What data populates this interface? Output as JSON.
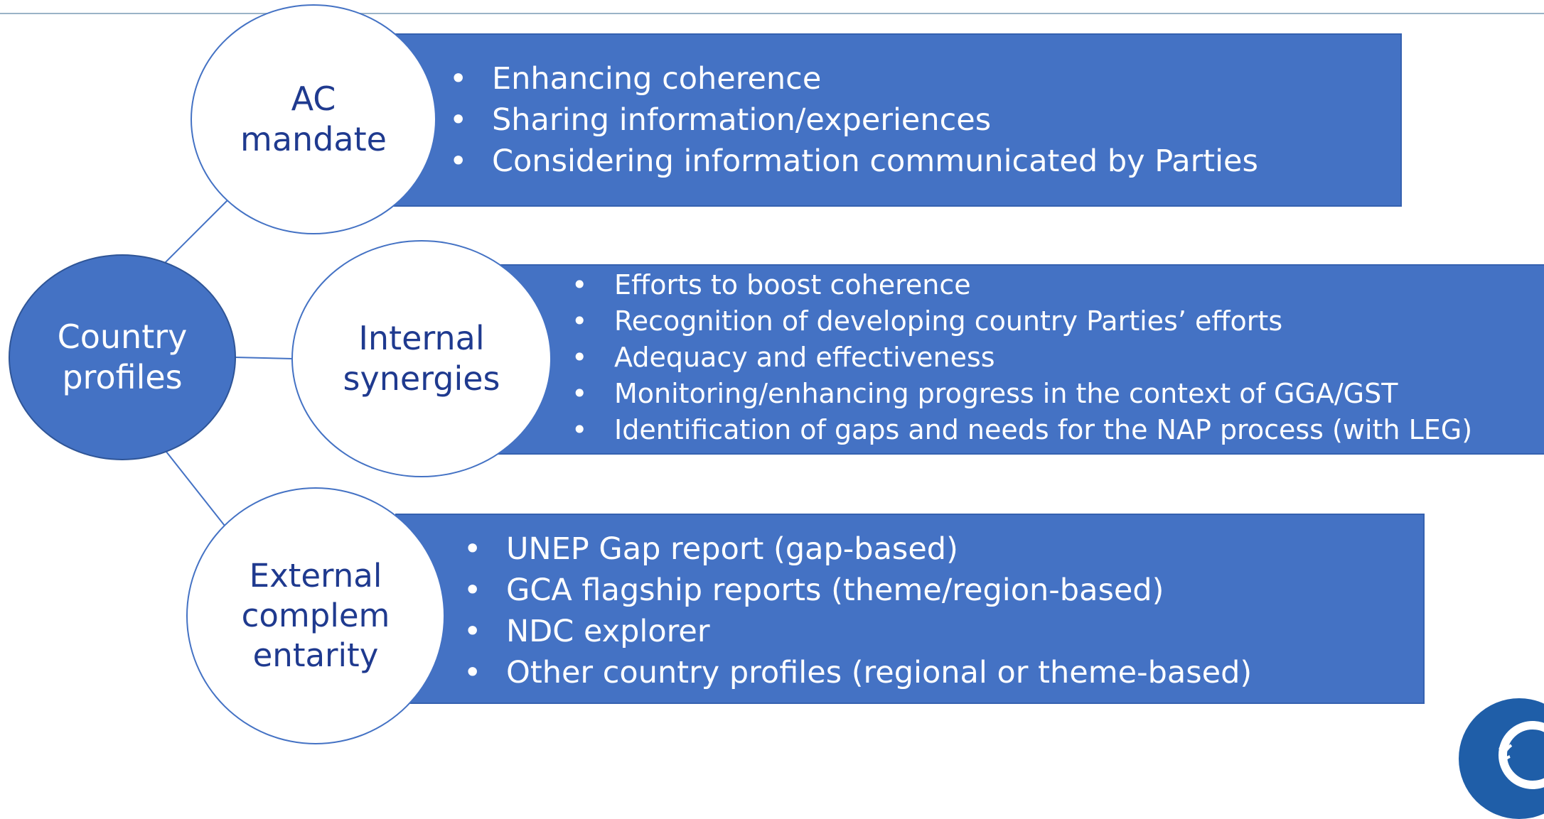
{
  "colors": {
    "accent": "#4472c4",
    "hub": "#4472c4",
    "circle_text": "#1f3a8f",
    "bullet_text": "#ffffff",
    "logo": "#1f5ea8"
  },
  "hub": {
    "label": "Country profiles",
    "lines": [
      "Country",
      "profiles"
    ]
  },
  "branches": [
    {
      "label": "AC mandate",
      "lines": [
        "AC",
        "mandate"
      ],
      "items": [
        "Enhancing coherence",
        "Sharing information/experiences",
        "Considering information communicated by Parties"
      ]
    },
    {
      "label": "Internal synergies",
      "lines": [
        "Internal",
        "synergies"
      ],
      "items": [
        "Efforts to boost coherence",
        "Recognition of developing country Parties’ efforts",
        "Adequacy and effectiveness",
        "Monitoring/enhancing progress in the context of GGA/GST",
        "Identification of gaps and needs for the NAP process (with LEG)"
      ]
    },
    {
      "label": "External complementarity",
      "lines": [
        "External",
        "complem",
        "entarity"
      ],
      "items": [
        "UNEP Gap report (gap-based)",
        "GCA flagship reports (theme/region-based)",
        "NDC explorer",
        "Other country profiles (regional or theme-based)"
      ]
    }
  ],
  "logo": {
    "icon": "unfccc-logo-icon"
  }
}
